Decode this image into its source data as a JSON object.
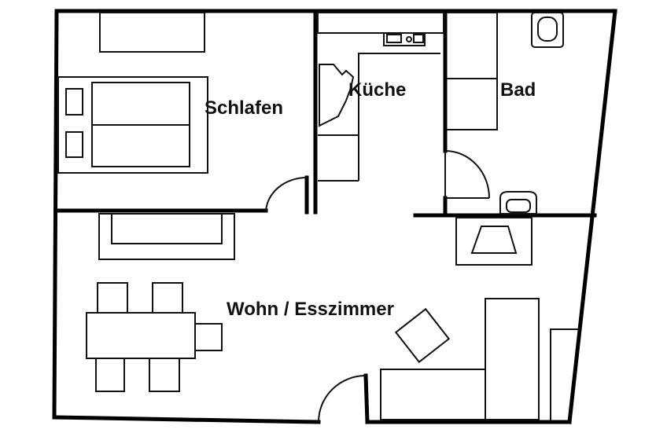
{
  "rooms": {
    "schlafen": "Schlafen",
    "kueche": "Küche",
    "bad": "Bad",
    "wohn": "Wohn / Esszimmer"
  }
}
